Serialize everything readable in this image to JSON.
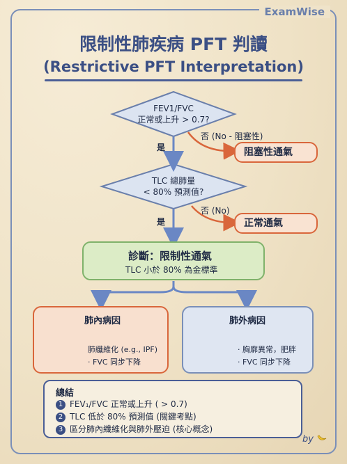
{
  "brand": "ExamWise",
  "title": "限制性肺疾病 PFT 判讀",
  "subtitle": "(Restrictive PFT  Interpretation)",
  "step1": {
    "question_line1": "FEV1/FVC",
    "question_line2": "正常或上升 > 0.7?",
    "no_label": "否 (No - 阻塞性)",
    "no_result": "阻塞性通氣",
    "yes_label": "是"
  },
  "step2": {
    "question_line1": "TLC 總肺量",
    "question_line2": "< 80% 預測值?",
    "no_label": "否 (No)",
    "no_result": "正常通氣",
    "yes_label": "是"
  },
  "diagnosis": {
    "title": "診斷：限制性通氣",
    "detail": "TLC 小於 80% 為金標準"
  },
  "intrinsic": {
    "title": "肺內病因",
    "line1": "肺纖維化 (e.g., IPF)",
    "line2": "· FVC 同步下降"
  },
  "extrinsic": {
    "title": "肺外病因",
    "line1": "· 胸廓異常，肥胖",
    "line2": "· FVC 同步下降"
  },
  "summary": {
    "heading": "總結",
    "items": [
      {
        "num": "1",
        "text": "FEV₁/FVC 正常或上升 ( > 0.7)"
      },
      {
        "num": "2",
        "text": "TLC 低於 80% 預測值 (關鍵考點)"
      },
      {
        "num": "3",
        "text": "區分肺內纖維化與肺外壓迫 (核心概念)"
      }
    ]
  },
  "byline": "by",
  "colors": {
    "navy": "#3b4f84",
    "accent_orange": "#d9663b",
    "diagram_blue": "#7a8fb8",
    "diagnosis_green": "#7fb26a"
  }
}
